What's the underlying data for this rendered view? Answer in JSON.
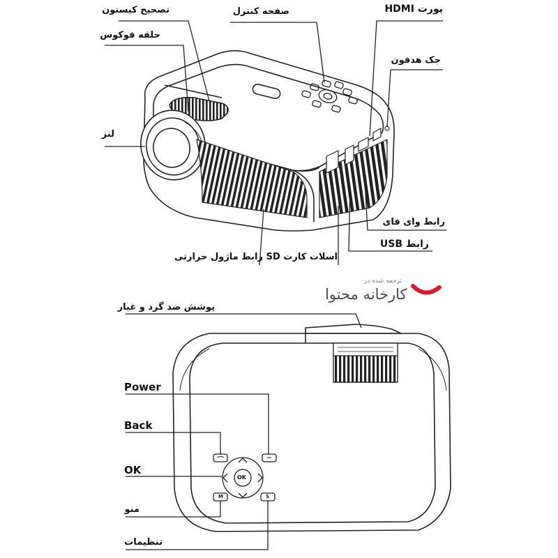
{
  "labels": {
    "keystone": "تصحیح کیستون",
    "control_panel": "صفحه کنترل",
    "hdmi_port": "پورت HDMI",
    "focus_ring": "حلقه فوکوس",
    "headphone_jack": "جک هدفون",
    "lens": "لنز",
    "wifi_module": "رابط وای فای",
    "usb_port": "رابط USB",
    "sd_slot": "اسلات کارت SD",
    "thermal_module": "رابط ماژول حرارتی",
    "dust_cover": "پوشش ضد گرد و غبار",
    "power": "Power",
    "back": "Back",
    "ok": "OK",
    "menu": "منو",
    "settings": "تنظیمات"
  },
  "watermark": {
    "small": "ترجمه شده در",
    "big": "کارخانه محتوا"
  },
  "button_glyphs": {
    "ok": "OK",
    "menu": "M",
    "settings": "S"
  },
  "colors": {
    "line": "#222222",
    "brand_red": "#e0162b"
  }
}
